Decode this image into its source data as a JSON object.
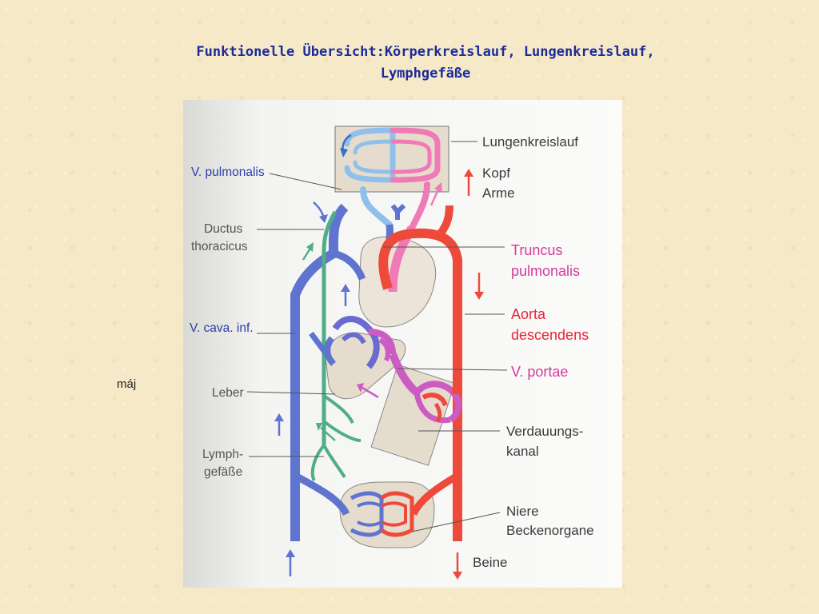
{
  "slide": {
    "title_line1": "Funktionelle Übersicht:Körperkreislauf, Lungenkreislauf,",
    "title_line2": "Lymphgefäße",
    "side_label": "máj"
  },
  "figure": {
    "labels_left": {
      "v_pulmonalis": "V. pulmonalis",
      "ductus_1": "Ductus",
      "ductus_2": "thoracicus",
      "v_cava_inf": "V. cava. inf.",
      "leber": "Leber",
      "lymph_1": "Lymph-",
      "lymph_2": "gefäße"
    },
    "labels_right": {
      "lungenkreislauf": "Lungenkreislauf",
      "kopf": "Kopf",
      "arme": "Arme",
      "truncus_1": "Truncus",
      "truncus_2": "pulmonalis",
      "aorta_1": "Aorta",
      "aorta_2": "descendens",
      "v_portae": "V. portae",
      "verdauung_1": "Verdauungs-",
      "verdauung_2": "kanal",
      "niere_1": "Niere",
      "niere_2": "Beckenorgane",
      "beine": "Beine"
    },
    "colors": {
      "artery": "#ee4a3c",
      "vein": "#5f74cf",
      "lymph": "#4fae87",
      "portal": "#cc5cc4",
      "pulmonary_artery": "#ef7ab6",
      "pulmonary_vein": "#8fc0ec",
      "organ": "#e6dccd"
    }
  }
}
